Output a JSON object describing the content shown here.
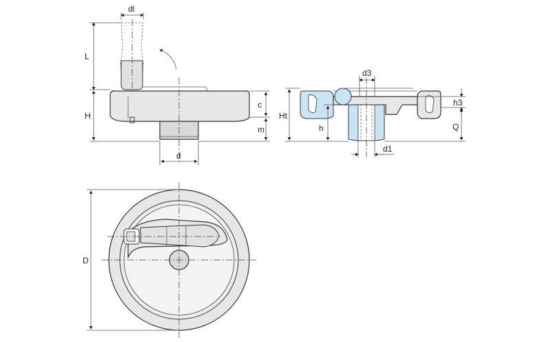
{
  "labels": {
    "dl": "dl",
    "L": "L",
    "H": "H",
    "c": "c",
    "m": "m",
    "d": "d",
    "d3": "d3",
    "Ht": "Ht",
    "h": "h",
    "h3": "h3",
    "Q": "Q",
    "d1": "d1",
    "D": "D"
  },
  "colors": {
    "section_fill": "#c9e4f3",
    "body_fill": "#e6e7e9",
    "line": "#333333"
  }
}
